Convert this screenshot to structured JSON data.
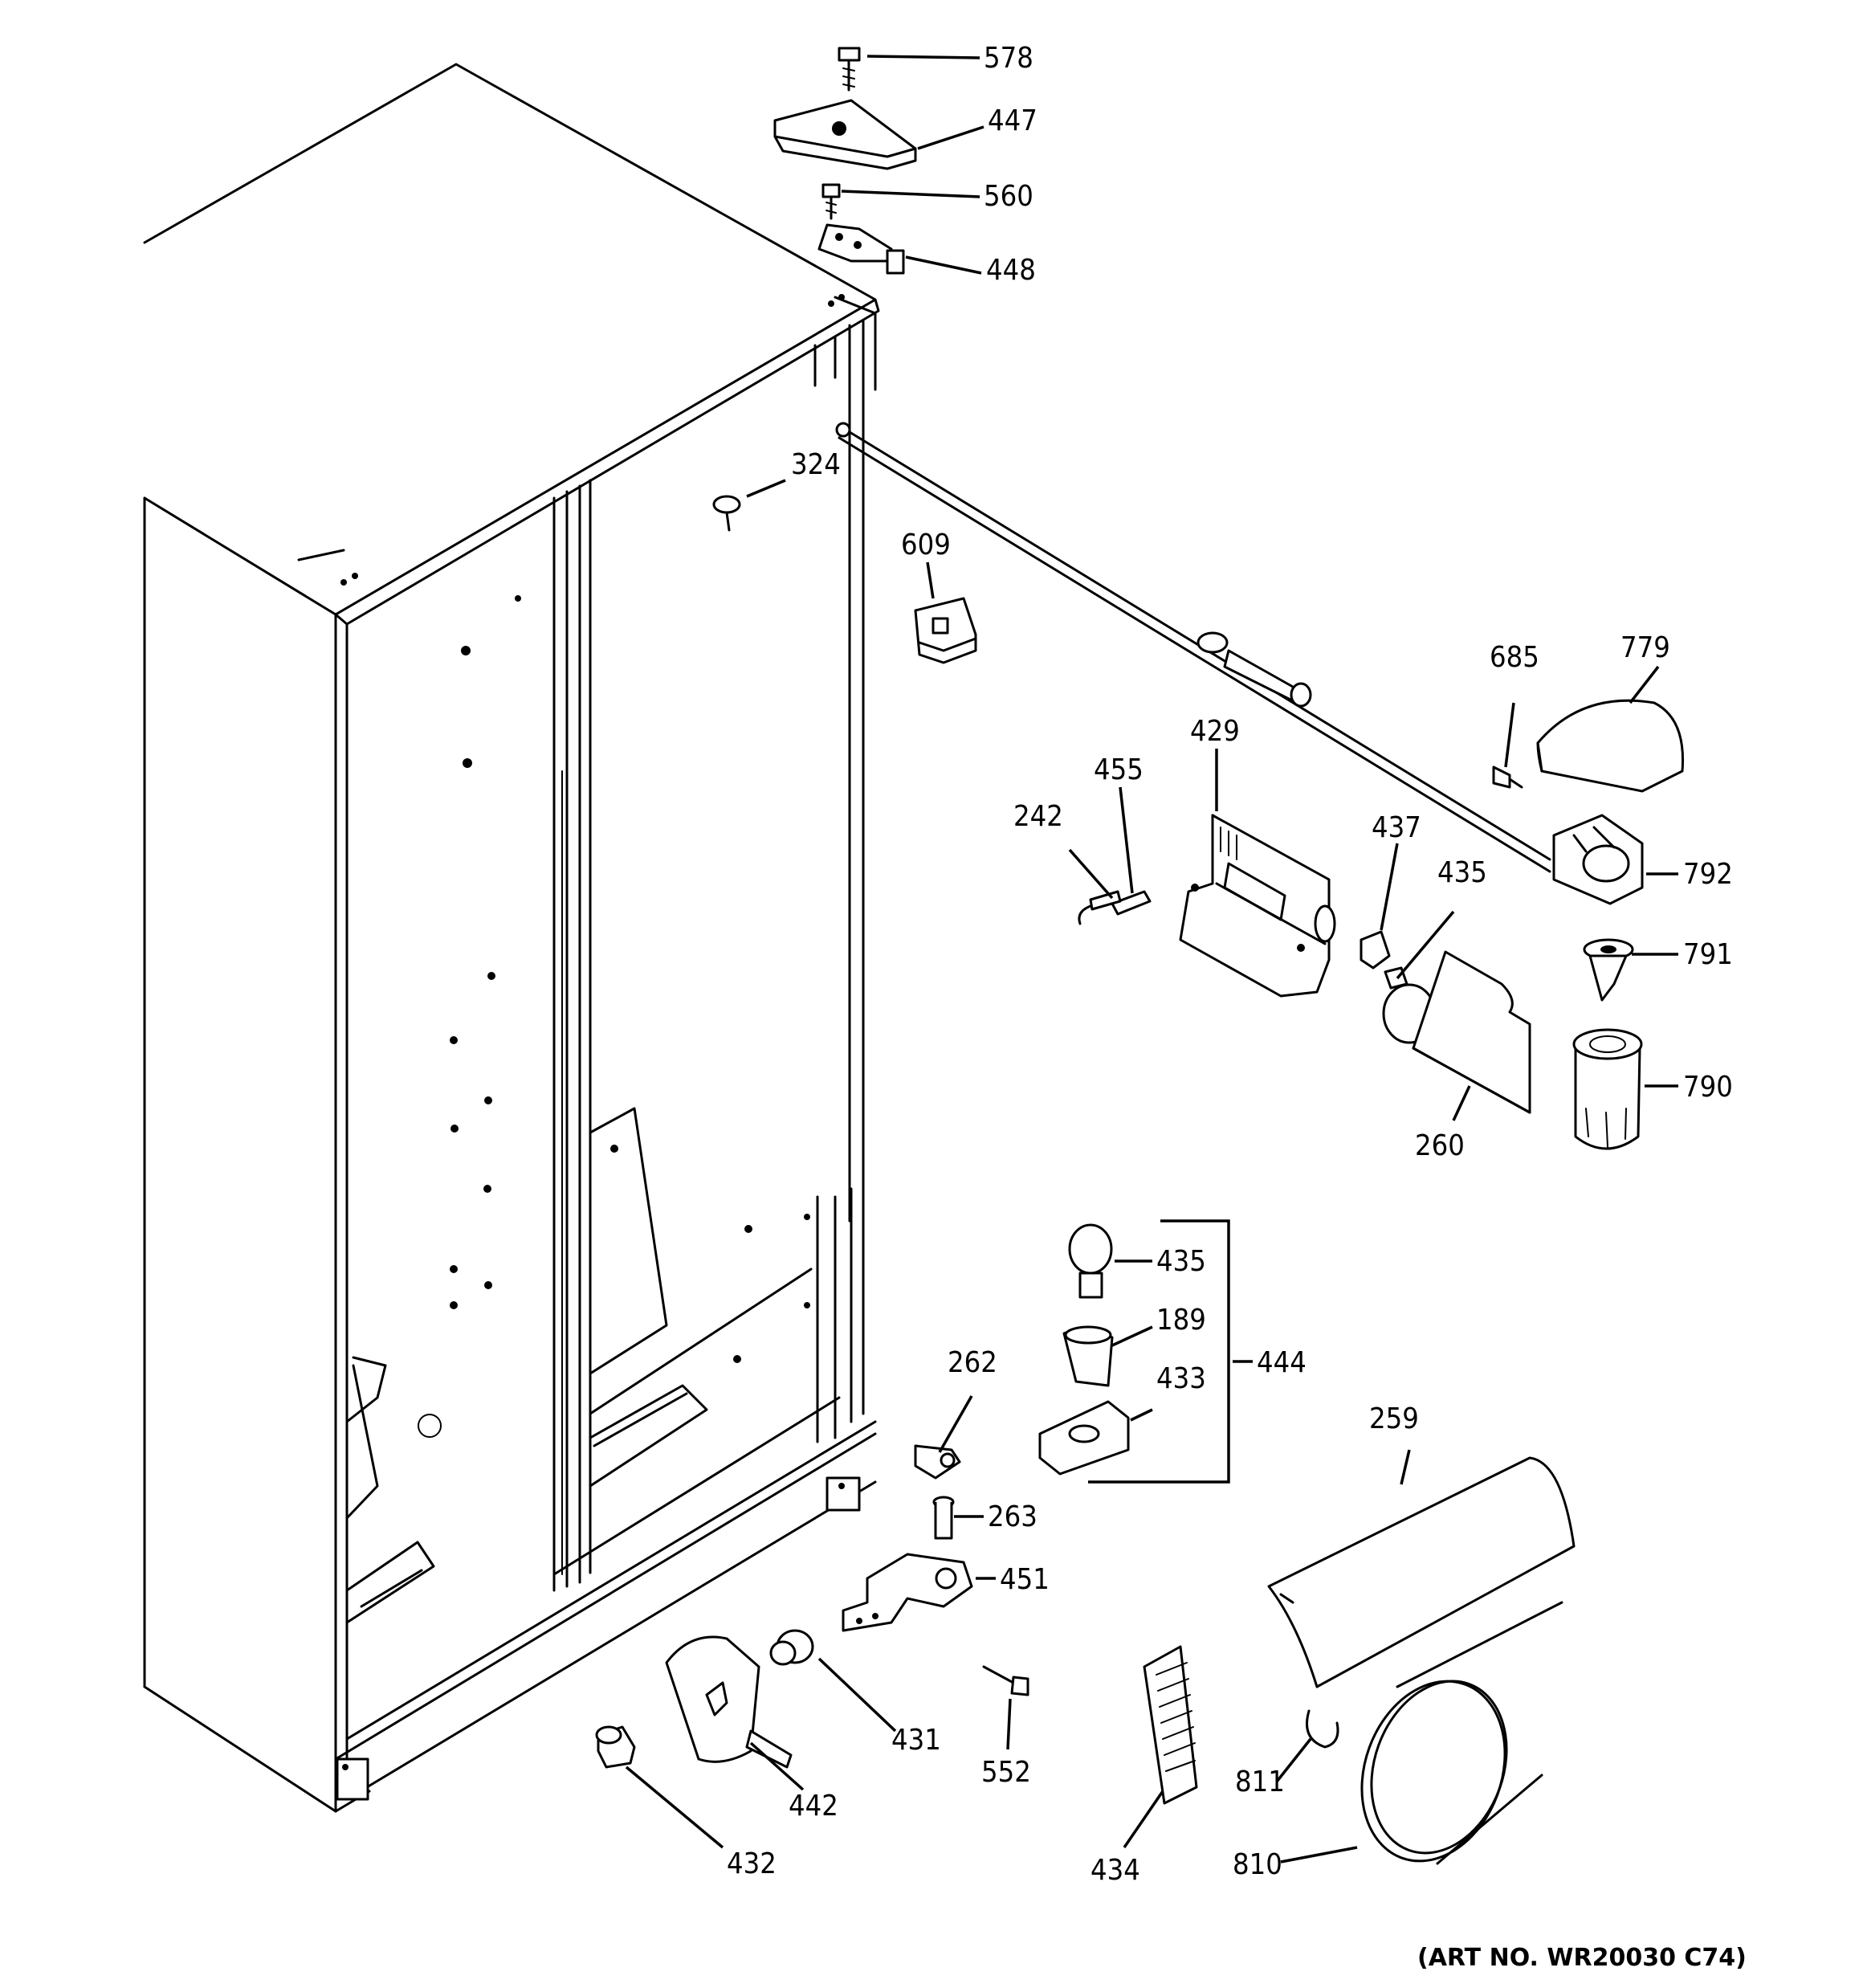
{
  "parts": {
    "p578": "578",
    "p447": "447",
    "p560": "560",
    "p448": "448",
    "p324": "324",
    "p609": "609",
    "p685": "685",
    "p779": "779",
    "p429": "429",
    "p455": "455",
    "p242": "242",
    "p437": "437",
    "p435a": "435",
    "p792": "792",
    "p791": "791",
    "p790": "790",
    "p260": "260",
    "p435b": "435",
    "p189": "189",
    "p433": "433",
    "p444": "444",
    "p262": "262",
    "p263": "263",
    "p451": "451",
    "p259": "259",
    "p431": "431",
    "p552": "552",
    "p442": "442",
    "p432": "432",
    "p434": "434",
    "p811": "811",
    "p810": "810"
  },
  "footer": {
    "art_number": "(ART NO. WR20030 C74)"
  }
}
